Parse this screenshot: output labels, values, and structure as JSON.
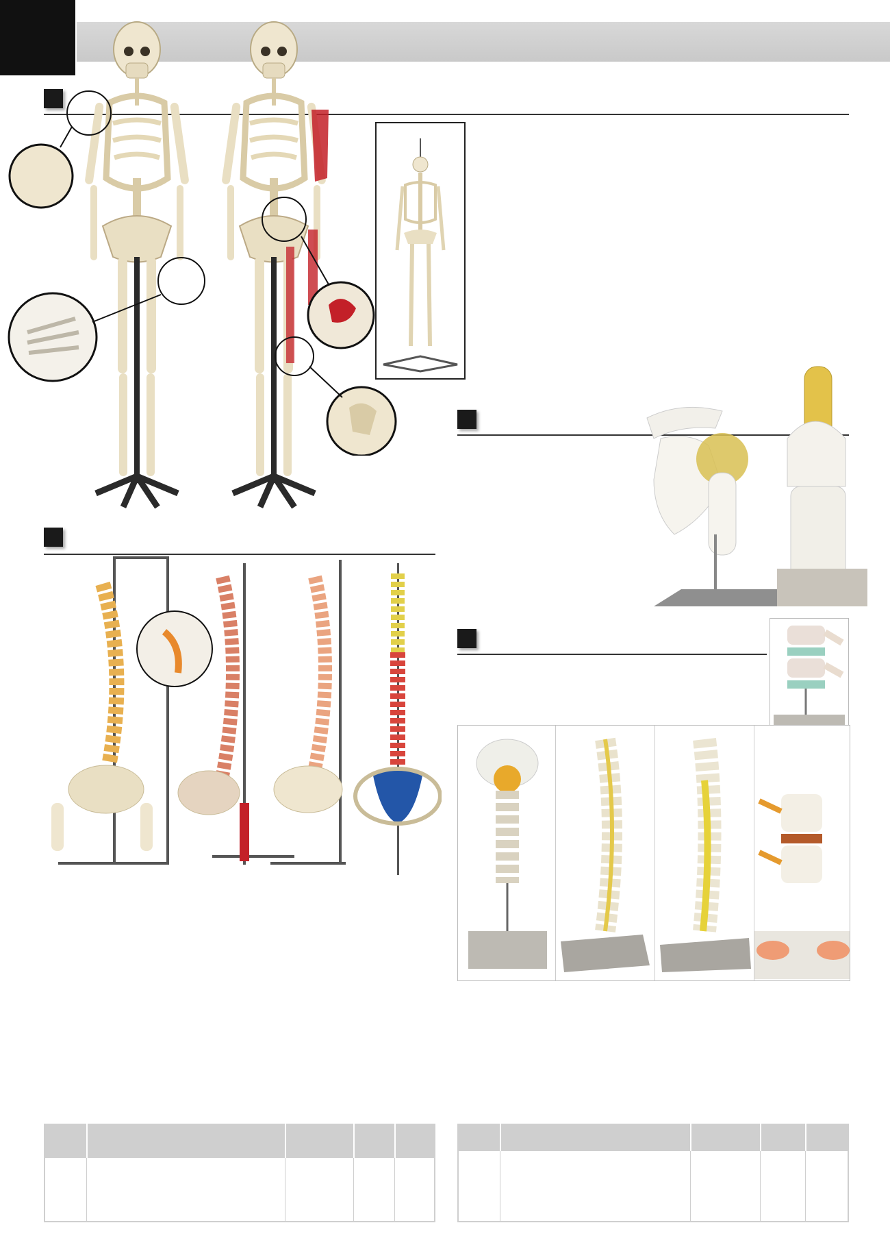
{
  "colors": {
    "bone": "#efe6cf",
    "bone_dark": "#c9bc98",
    "stand": "#2a2a2a",
    "muscle_red": "#c32028",
    "cartilage_yellow": "#e3b93a",
    "spine_orange": "#e8892c",
    "pelvis_blue": "#2356a8",
    "header_grey": "#cfcfcf"
  },
  "icons": [
    "skeleton-figure",
    "zoom-circle",
    "spine-model",
    "joint-model",
    "vertebra-model"
  ]
}
